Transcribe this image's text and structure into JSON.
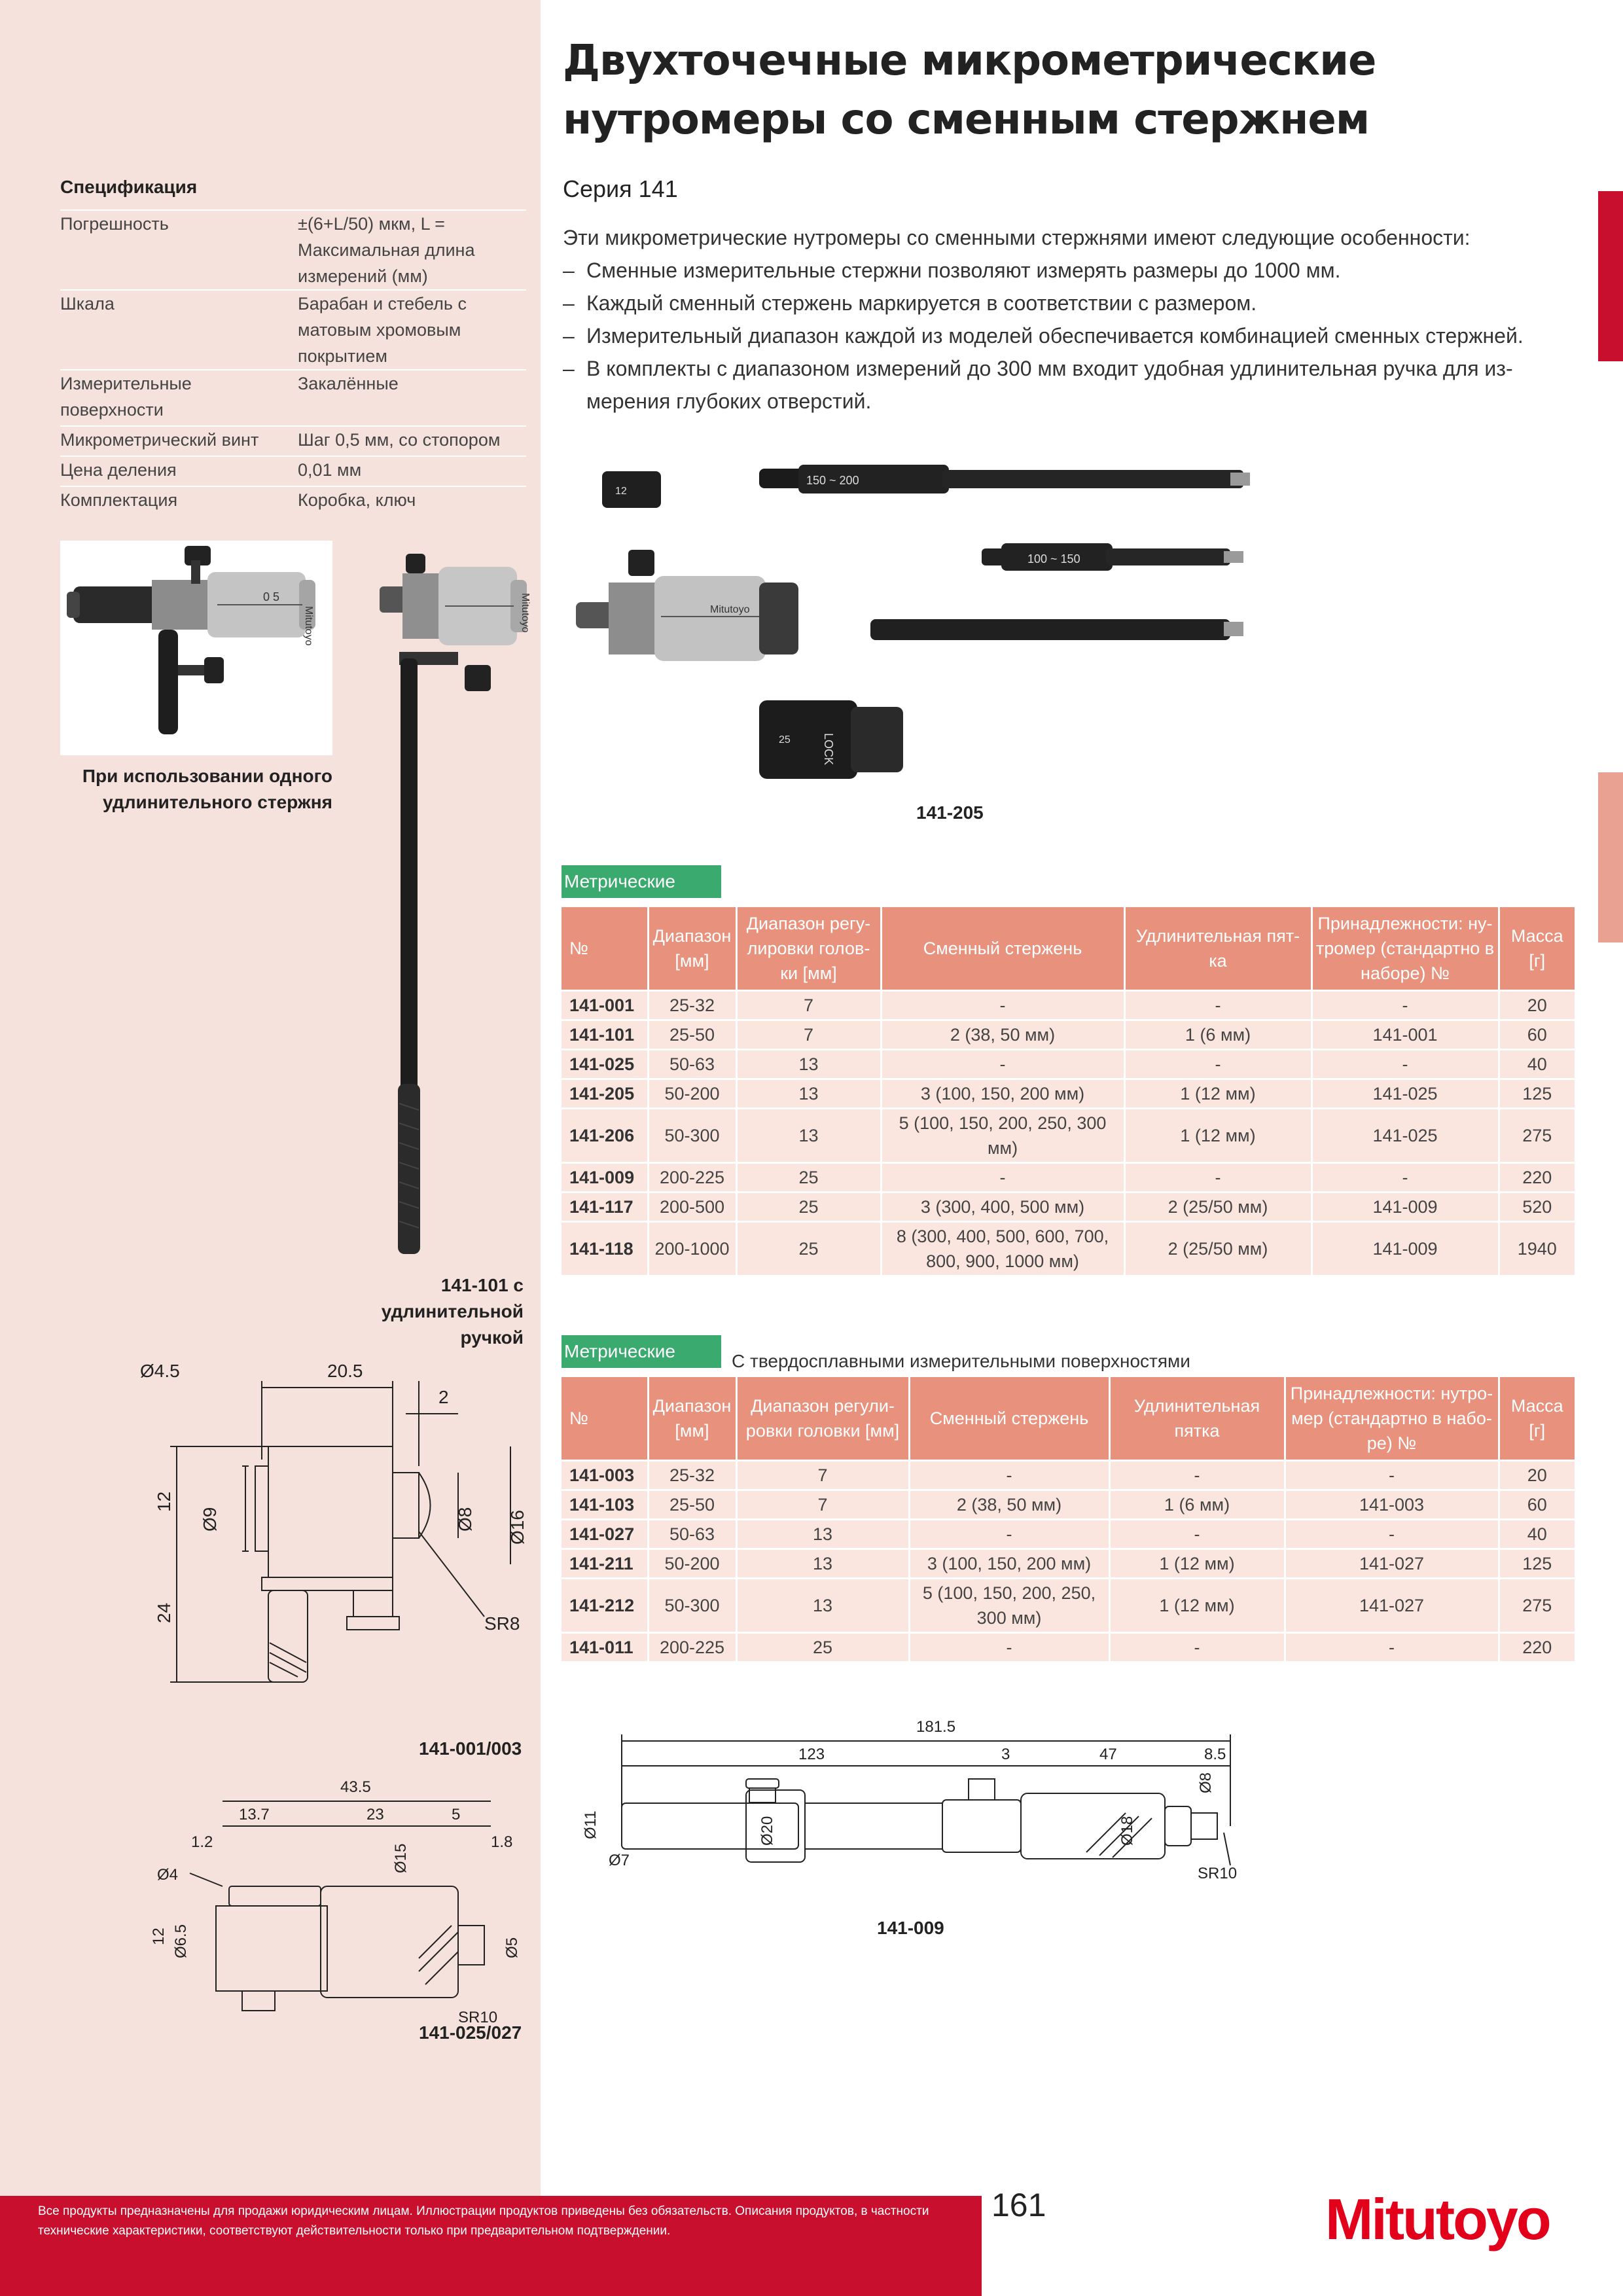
{
  "title": "Двухточечные микрометрические нутромеры со сменным стержнем",
  "series": "Серия 141",
  "intro": {
    "lead": "Эти микрометрические нутромеры со сменными стержнями имеют следующие особенности:",
    "dash": "–",
    "bullets": [
      "Сменные измерительные стержни позволяют измерять размеры до 1000 мм.",
      "Каждый сменный стержень маркируется в соответствии с размером.",
      "Измерительный диапазон каждой из моделей обеспечивается комбинацией сменных стержней.",
      "В комплекты с диапазоном измерений до 300 мм входит удобная удлинительная ручка для из-",
      "мерения глубоких отверстий."
    ]
  },
  "spec": {
    "title": "Спецификация",
    "rows": [
      {
        "label": "Погрешность",
        "value": "±(6+L/50) мкм, L = Максимальная длина измерений (мм)"
      },
      {
        "label": "Шкала",
        "value": "Барабан и стебель с матовым хромовым покрытием"
      },
      {
        "label": "Измерительные поверхности",
        "value": "Закалённые"
      },
      {
        "label": "Микрометрический винт",
        "value": "Шаг 0,5 мм, со стопором"
      },
      {
        "label": "Цена деления",
        "value": "0,01 мм"
      },
      {
        "label": "Комплектация",
        "value": "Коробка, ключ"
      }
    ]
  },
  "captions": {
    "single_rod_1": "При использовании одного",
    "single_rod_2": "удлинительного стержня",
    "handle_1": "141-101 с",
    "handle_2": "удлинительной",
    "handle_3": "ручкой",
    "set_photo": "141-205",
    "drawing_001": "141-001/003",
    "drawing_025": "141-025/027",
    "drawing_009": "141-009"
  },
  "photo_labels": {
    "rod_12": "12",
    "rod_150_200": "150 ~ 200",
    "rod_100_150": "100 ~ 150",
    "brand": "Mitutoyo",
    "lock": "LOCK",
    "ring_25": "25"
  },
  "drawings": {
    "d001": {
      "d45": "Ø4.5",
      "l205": "20.5",
      "l2": "2",
      "h12": "12",
      "d9": "Ø9",
      "d8": "Ø8",
      "d16": "Ø16",
      "h24": "24",
      "sr8": "SR8"
    },
    "d025": {
      "l435": "43.5",
      "l137": "13.7",
      "l23": "23",
      "l5": "5",
      "l12": "1.2",
      "d15": "Ø15",
      "l18": "1.8",
      "d4": "Ø4",
      "h12": "12",
      "d65": "Ø6.5",
      "d5": "Ø5",
      "sr10": "SR10"
    },
    "d009": {
      "l1815": "181.5",
      "l123": "123",
      "l3": "3",
      "l47": "47",
      "l85": "8.5",
      "d11": "Ø11",
      "d20": "Ø20",
      "d18": "Ø18",
      "d8": "Ø8",
      "d7": "Ø7",
      "sr10": "SR10"
    }
  },
  "table1": {
    "tag": "Метрические",
    "headers": [
      "№",
      "Диапазон [мм]",
      "Диапазон регу-лировки голов-ки [мм]",
      "Сменный стержень",
      "Удлинительная пят-ка",
      "Принадлежности: ну-тромер (стандартно в наборе) №",
      "Масса [г]"
    ],
    "rows": [
      [
        "141-001",
        "25-32",
        "7",
        "-",
        "-",
        "-",
        "20"
      ],
      [
        "141-101",
        "25-50",
        "7",
        "2 (38, 50 мм)",
        "1 (6 мм)",
        "141-001",
        "60"
      ],
      [
        "141-025",
        "50-63",
        "13",
        "-",
        "-",
        "-",
        "40"
      ],
      [
        "141-205",
        "50-200",
        "13",
        "3 (100, 150, 200 мм)",
        "1 (12 мм)",
        "141-025",
        "125"
      ],
      [
        "141-206",
        "50-300",
        "13",
        "5 (100, 150, 200, 250, 300 мм)",
        "1 (12 мм)",
        "141-025",
        "275"
      ],
      [
        "141-009",
        "200-225",
        "25",
        "-",
        "-",
        "-",
        "220"
      ],
      [
        "141-117",
        "200-500",
        "25",
        "3 (300, 400, 500 мм)",
        "2 (25/50 мм)",
        "141-009",
        "520"
      ],
      [
        "141-118",
        "200-1000",
        "25",
        "8 (300, 400, 500, 600, 700, 800, 900, 1000 мм)",
        "2 (25/50 мм)",
        "141-009",
        "1940"
      ]
    ]
  },
  "table2": {
    "tag": "Метрические",
    "subtitle": "С твердосплавными измерительными поверхностями",
    "headers": [
      "№",
      "Диапазон [мм]",
      "Диапазон регули-ровки головки [мм]",
      "Сменный стержень",
      "Удлинительная пятка",
      "Принадлежности: нутро-мер (стандартно в набо-ре) №",
      "Масса [г]"
    ],
    "rows": [
      [
        "141-003",
        "25-32",
        "7",
        "-",
        "-",
        "-",
        "20"
      ],
      [
        "141-103",
        "25-50",
        "7",
        "2 (38, 50 мм)",
        "1 (6 мм)",
        "141-003",
        "60"
      ],
      [
        "141-027",
        "50-63",
        "13",
        "-",
        "-",
        "-",
        "40"
      ],
      [
        "141-211",
        "50-200",
        "13",
        "3 (100, 150, 200 мм)",
        "1 (12 мм)",
        "141-027",
        "125"
      ],
      [
        "141-212",
        "50-300",
        "13",
        "5 (100, 150, 200, 250, 300 мм)",
        "1 (12 мм)",
        "141-027",
        "275"
      ],
      [
        "141-011",
        "200-225",
        "25",
        "-",
        "-",
        "-",
        "220"
      ]
    ]
  },
  "footer": {
    "disclaimer": "Все продукты предназначены для продажи юридическим лицам. Иллюстрации продуктов приведены без обязательств. Описания продуктов, в частности технические характеристики, соответствуют действительности только при предварительном подтверждении.",
    "page": "161",
    "logo": "Mitutoyo"
  },
  "colors": {
    "red": "#c8102e",
    "salmon": "#e8927e",
    "green": "#3aaa6e",
    "sidebar": "#f6e2dc"
  }
}
